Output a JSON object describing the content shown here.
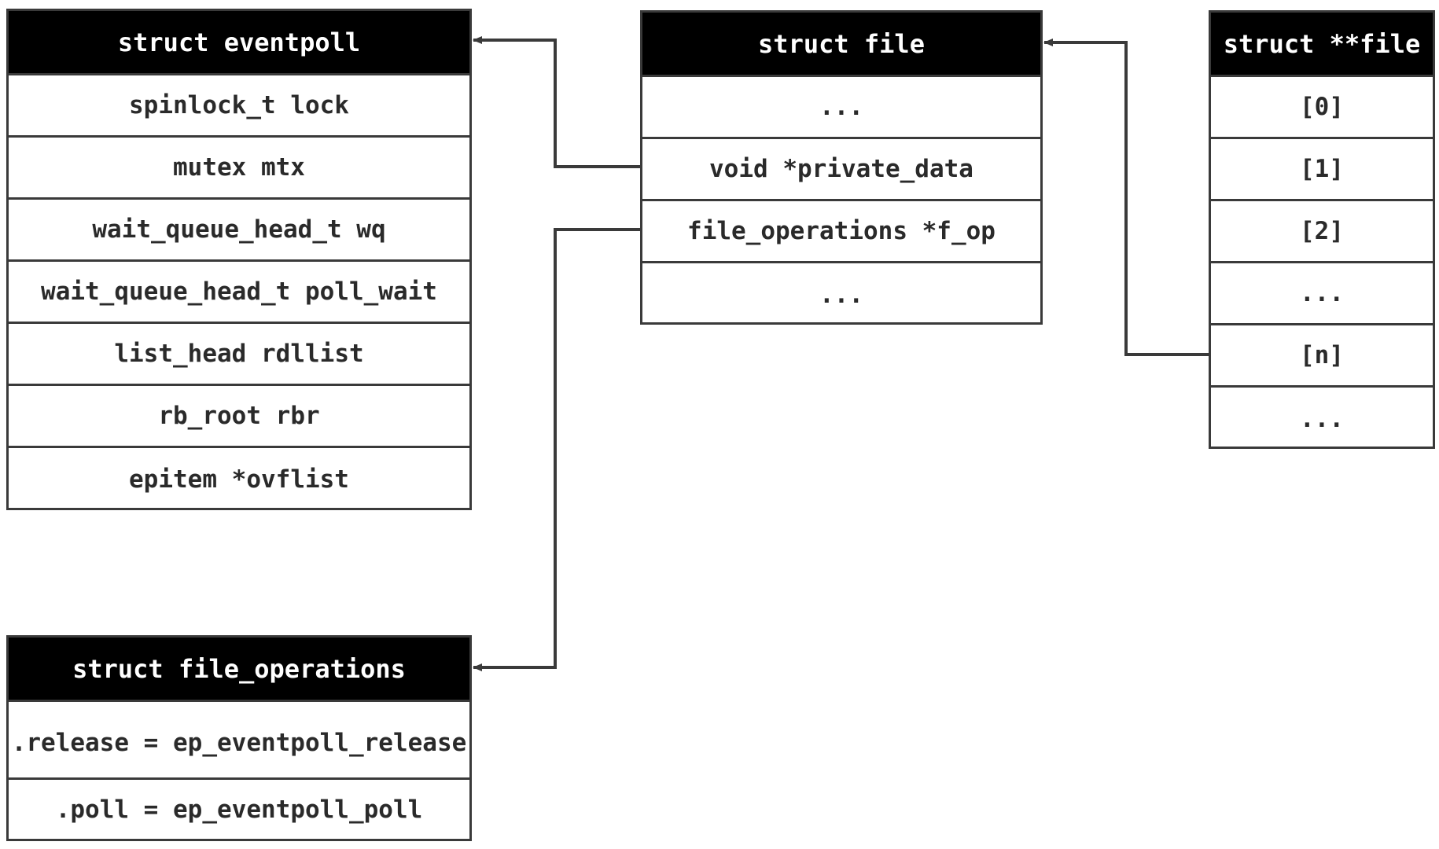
{
  "eventpoll": {
    "title": "struct eventpoll",
    "fields": [
      "spinlock_t lock",
      "mutex mtx",
      "wait_queue_head_t wq",
      "wait_queue_head_t poll_wait",
      "list_head rdllist",
      "rb_root rbr",
      "epitem *ovflist"
    ]
  },
  "file": {
    "title": "struct file",
    "fields": [
      "...",
      "void *private_data",
      "file_operations *f_op",
      "..."
    ]
  },
  "filearray": {
    "title": "struct **file",
    "fields": [
      "[0]",
      "[1]",
      "[2]",
      "...",
      "[n]",
      "..."
    ]
  },
  "fileops": {
    "title": "struct file_operations",
    "fields": [
      ".release = ep_eventpoll_release",
      ".poll = ep_eventpoll_poll"
    ]
  },
  "colors": {
    "header_bg": "#000000",
    "header_text": "#ffffff",
    "line": "#3a3a3a"
  }
}
